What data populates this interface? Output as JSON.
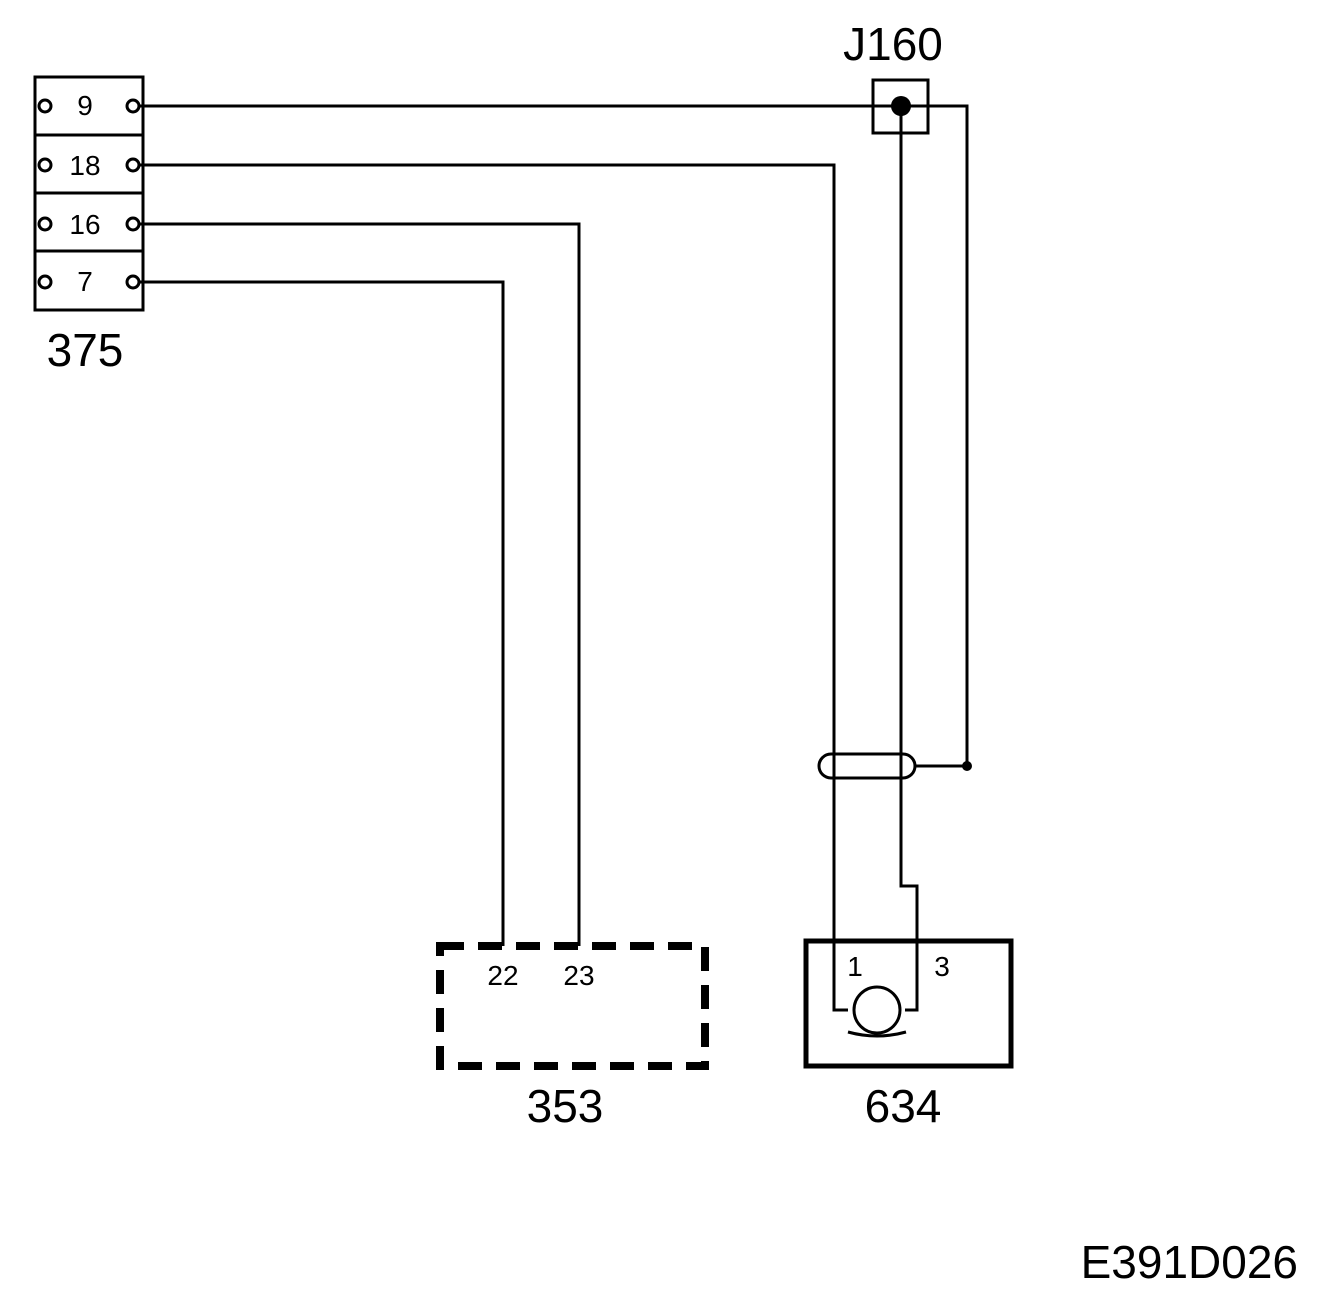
{
  "connector_375": {
    "label": "375",
    "pins": [
      "9",
      "18",
      "16",
      "7"
    ]
  },
  "component_353": {
    "label": "353",
    "pins": [
      "22",
      "23"
    ]
  },
  "component_634": {
    "label": "634",
    "pins": [
      "1",
      "3"
    ]
  },
  "junction": {
    "label": "J160"
  },
  "diagram_code": "E391D026",
  "colors": {
    "ink": "#000000",
    "background": "#ffffff"
  }
}
